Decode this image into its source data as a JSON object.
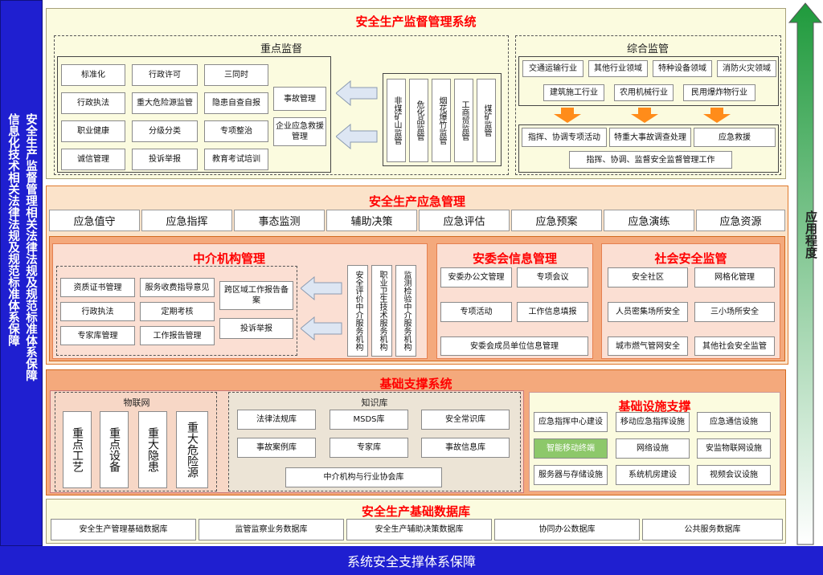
{
  "left_bar": {
    "col1": "安全生产监督管理相关法律法规及规范标准体系保障",
    "col2": "信息化技术相关法律法规及规范标准体系保障"
  },
  "bottom_bar": "系统安全支撑体系保障",
  "right_arrow": "应用程度",
  "supervision": {
    "title": "安全生产监督管理系统",
    "key": {
      "title": "重点监督",
      "items": [
        "标准化",
        "行政许可",
        "三同时",
        "行政执法",
        "重大危险源监管",
        "隐患自查自报",
        "职业健康",
        "分级分类",
        "专项整治",
        "诚信管理",
        "投诉举报",
        "教育考试培训"
      ],
      "right_items": [
        "事故管理",
        "企业应急救援管理"
      ],
      "industries": [
        "非煤矿山监管",
        "危化品监管",
        "烟花爆竹监管",
        "工商贸监管",
        "煤矿监管"
      ]
    },
    "comprehensive": {
      "title": "综合监管",
      "row1": [
        "交通运输行业",
        "其他行业领域",
        "特种设备领域",
        "消防火灾领域"
      ],
      "row2": [
        "建筑施工行业",
        "农用机械行业",
        "民用爆炸物行业"
      ],
      "row3": [
        "指挥、协调专项活动",
        "特重大事故调查处理",
        "应急救援"
      ],
      "row4": "指挥、协调、监督安全监督管理工作"
    }
  },
  "emergency": {
    "title": "安全生产应急管理",
    "tabs": [
      "应急值守",
      "应急指挥",
      "事态监测",
      "辅助决策",
      "应急评估",
      "应急预案",
      "应急演练",
      "应急资源"
    ]
  },
  "agency": {
    "title": "中介机构管理",
    "items": [
      "资质证书管理",
      "服务收费指导意见",
      "行政执法",
      "定期考核",
      "专家库管理",
      "工作报告管理"
    ],
    "side": [
      "跨区域工作报告备案",
      "投诉举报"
    ],
    "orgs": [
      "安全评价中介服务机构",
      "职业卫生技术服务机构",
      "监测检验中介服务机构"
    ]
  },
  "committee": {
    "title": "安委会信息管理",
    "items": [
      "安委办公文管理",
      "专项会议",
      "专项活动",
      "工作信息填报"
    ],
    "wide": "安委会成员单位信息管理"
  },
  "social": {
    "title": "社会安全监管",
    "items": [
      "安全社区",
      "网格化管理",
      "人员密集场所安全",
      "三小场所安全",
      "城市燃气管网安全",
      "其他社会安全监管"
    ]
  },
  "basic": {
    "title": "基础支撑系统",
    "iot": {
      "title": "物联网",
      "items": [
        "重点工艺",
        "重点设备",
        "重大隐患",
        "重大危险源"
      ]
    },
    "knowledge": {
      "title": "知识库",
      "items": [
        "法律法规库",
        "MSDS库",
        "安全常识库",
        "事故案例库",
        "专家库",
        "事故信息库"
      ],
      "wide": "中介机构与行业协会库"
    },
    "infra": {
      "title": "基础设施支撑",
      "items": [
        "应急指挥中心建设",
        "移动应急指挥设施",
        "应急通信设施",
        "智能移动终端",
        "网络设施",
        "安监物联网设施",
        "服务器与存储设施",
        "系统机房建设",
        "视频会议设施"
      ]
    }
  },
  "database": {
    "title": "安全生产基础数据库",
    "items": [
      "安全生产管理基础数据库",
      "监管监察业务数据库",
      "安全生产辅助决策数据库",
      "协同办公数据库",
      "公共服务数据库"
    ]
  },
  "colors": {
    "title_red": "#ff0000",
    "bar_blue": "#1f1fd0",
    "arrow_green": "#2ea84a"
  }
}
